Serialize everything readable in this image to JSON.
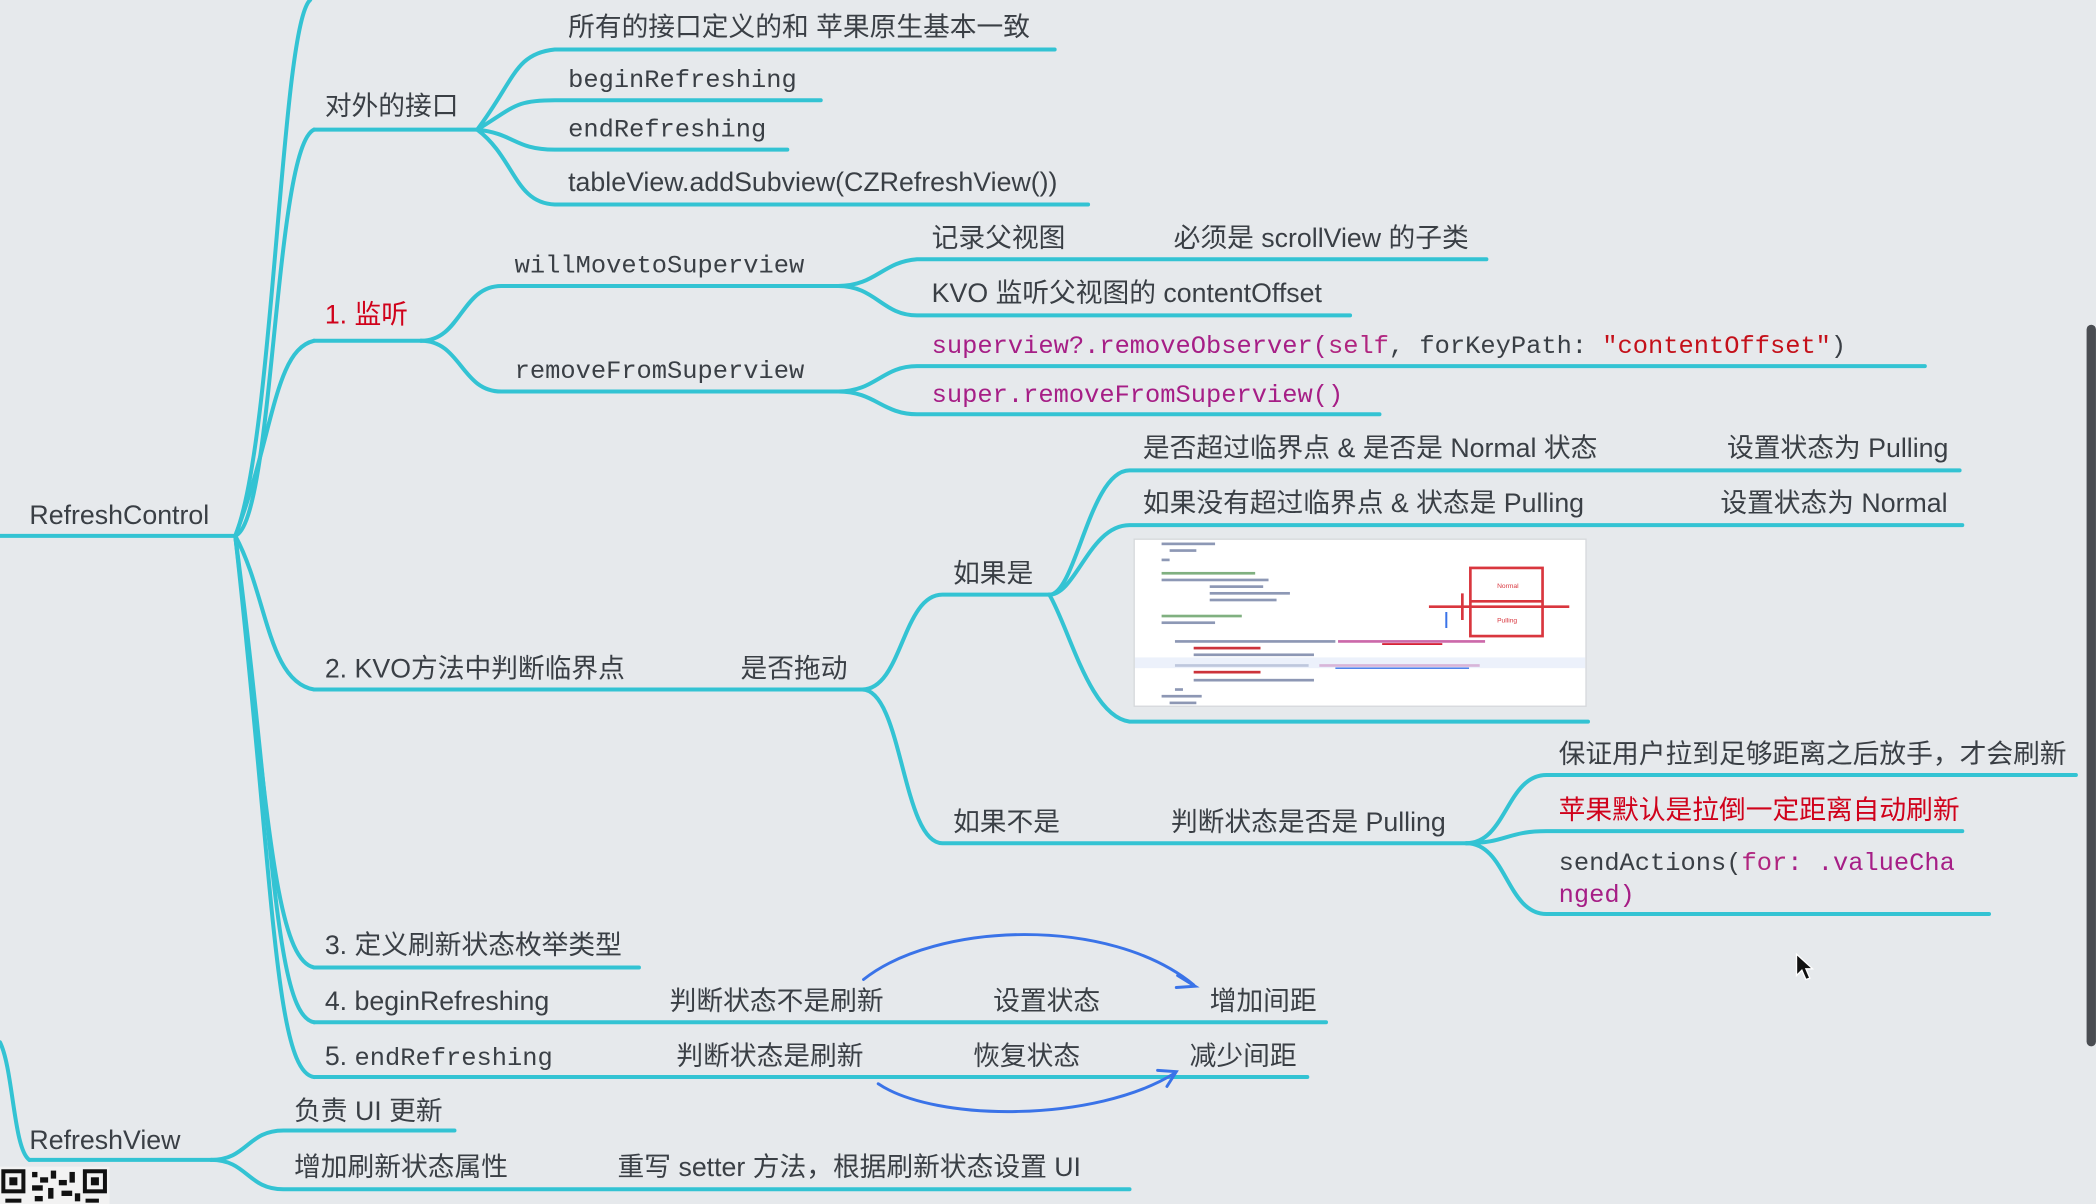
{
  "colors": {
    "branch": "#33c3d3",
    "arrow": "#3a73e8",
    "text": "#3a3f45",
    "highlight_red": "#d0021b",
    "code_purple": "#a61e86"
  },
  "nodes": {
    "refresh_control": "RefreshControl",
    "refresh_view": "RefreshView",
    "external_api": "对外的接口",
    "api_items": [
      "所有的接口定义的和 苹果原生基本一致",
      "beginRefreshing",
      "endRefreshing",
      "tableView.addSubview(CZRefreshView())"
    ],
    "listen": "1. 监听",
    "will_move": "willMovetoSuperview",
    "record_parent": "记录父视图",
    "must_scrollview": "必须是 scrollView 的子类",
    "kvo_listen": "KVO 监听父视图的 contentOffset",
    "remove_from": "removeFromSuperview",
    "code_remove_observer": {
      "p1": "superview?.removeObserver(",
      "p2": "self",
      "p3": ", forKeyPath: ",
      "p4": "\"contentOffset\"",
      "p5": ")"
    },
    "code_super_remove": "super.removeFromSuperview()",
    "kvo_judge": "2. KVO方法中判断临界点",
    "is_dragging": "是否拖动",
    "if_yes": "如果是",
    "cond_over": "是否超过临界点 & 是否是 Normal 状态",
    "set_pulling": "设置状态为 Pulling",
    "cond_not_over": "如果没有超过临界点 & 状态是 Pulling",
    "set_normal": "设置状态为 Normal",
    "if_not": "如果不是",
    "judge_pulling": "判断状态是否是 Pulling",
    "ensure_release": "保证用户拉到足够距离之后放手，才会刷新",
    "apple_default": "苹果默认是拉倒一定距离自动刷新",
    "send_actions": {
      "line1_a": "sendActions(",
      "line1_b": "for",
      "line1_c": ": .valueCha",
      "line2": "nged)"
    },
    "define_enum": "3. 定义刷新状态枚举类型",
    "begin_refreshing": "4. beginRefreshing",
    "judge_not_refreshing": "判断状态不是刷新",
    "set_state": "设置状态",
    "increase_spacing": "增加间距",
    "end_refreshing_prefix": "5. ",
    "end_refreshing": "endRefreshing",
    "judge_is_refreshing": "判断状态是刷新",
    "restore_state": "恢复状态",
    "decrease_spacing": "减少间距",
    "ui_update": "负责 UI 更新",
    "add_state_prop": "增加刷新状态属性",
    "override_setter": "重写 setter 方法，根据刷新状态设置 UI"
  },
  "screenshot_thumbnail": {
    "label_top": "Normal",
    "label_bottom": "Pulling"
  }
}
